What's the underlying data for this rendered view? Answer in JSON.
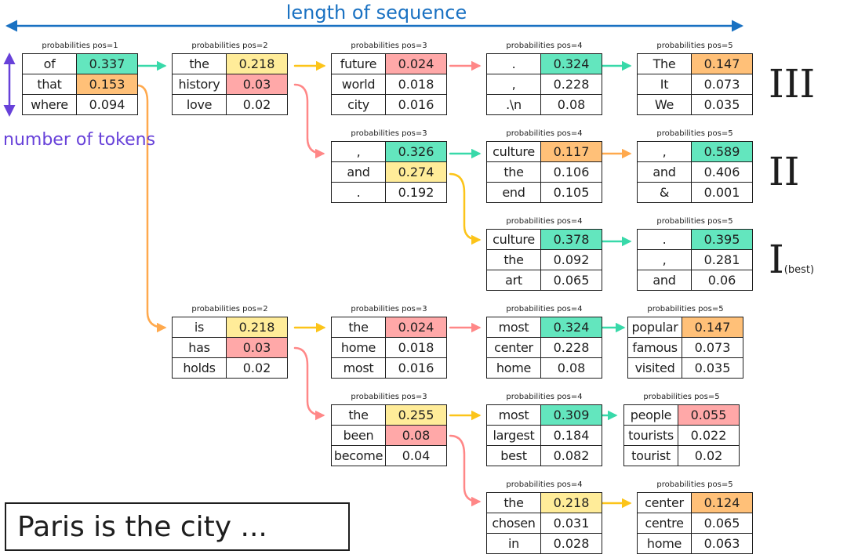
{
  "labels": {
    "length": "length of sequence",
    "tokens": "number of tokens",
    "rank_3": "III",
    "rank_2": "II",
    "rank_1": "I",
    "rank_1_note": "(best)",
    "prompt": "Paris is the city ..."
  },
  "colors": {
    "green": "#63e6be",
    "yellow": "#ffec99",
    "orange": "#ffc078",
    "red": "#ffa8a8",
    "arrow_green": "#38d9a9",
    "arrow_yellow": "#fcc419",
    "arrow_orange": "#ffa94d",
    "arrow_red": "#ff8787",
    "blue": "#1971c2",
    "purple": "#6741d9"
  },
  "tables": [
    {
      "id": "t1",
      "caption": "probabilities pos=1",
      "rows": [
        {
          "token": "of",
          "prob": "0.337",
          "hl": "green"
        },
        {
          "token": "that",
          "prob": "0.153",
          "hl": "orange"
        },
        {
          "token": "where",
          "prob": "0.094",
          "hl": ""
        }
      ]
    },
    {
      "id": "t2a",
      "caption": "probabilities pos=2",
      "rows": [
        {
          "token": "the",
          "prob": "0.218",
          "hl": "yellow"
        },
        {
          "token": "history",
          "prob": "0.03",
          "hl": "red"
        },
        {
          "token": "love",
          "prob": "0.02",
          "hl": ""
        }
      ]
    },
    {
      "id": "t3a",
      "caption": "probabilities pos=3",
      "rows": [
        {
          "token": "future",
          "prob": "0.024",
          "hl": "red"
        },
        {
          "token": "world",
          "prob": "0.018",
          "hl": ""
        },
        {
          "token": "city",
          "prob": "0.016",
          "hl": ""
        }
      ]
    },
    {
      "id": "t4a",
      "caption": "probabilities pos=4",
      "rows": [
        {
          "token": ".",
          "prob": "0.324",
          "hl": "green"
        },
        {
          "token": ",",
          "prob": "0.228",
          "hl": ""
        },
        {
          "token": ".\\n",
          "prob": "0.08",
          "hl": ""
        }
      ]
    },
    {
      "id": "t5a",
      "caption": "probabilities pos=5",
      "rows": [
        {
          "token": "The",
          "prob": "0.147",
          "hl": "orange"
        },
        {
          "token": "It",
          "prob": "0.073",
          "hl": ""
        },
        {
          "token": "We",
          "prob": "0.035",
          "hl": ""
        }
      ]
    },
    {
      "id": "t3b",
      "caption": "probabilities pos=3",
      "rows": [
        {
          "token": ",",
          "prob": "0.326",
          "hl": "green"
        },
        {
          "token": "and",
          "prob": "0.274",
          "hl": "yellow"
        },
        {
          "token": ".",
          "prob": "0.192",
          "hl": ""
        }
      ]
    },
    {
      "id": "t4b",
      "caption": "probabilities pos=4",
      "rows": [
        {
          "token": "culture",
          "prob": "0.117",
          "hl": "orange"
        },
        {
          "token": "the",
          "prob": "0.106",
          "hl": ""
        },
        {
          "token": "end",
          "prob": "0.105",
          "hl": ""
        }
      ]
    },
    {
      "id": "t5b",
      "caption": "probabilities pos=5",
      "rows": [
        {
          "token": ",",
          "prob": "0.589",
          "hl": "green"
        },
        {
          "token": "and",
          "prob": "0.406",
          "hl": ""
        },
        {
          "token": "&",
          "prob": "0.001",
          "hl": ""
        }
      ]
    },
    {
      "id": "t4c",
      "caption": "probabilities pos=4",
      "rows": [
        {
          "token": "culture",
          "prob": "0.378",
          "hl": "green"
        },
        {
          "token": "the",
          "prob": "0.092",
          "hl": ""
        },
        {
          "token": "art",
          "prob": "0.065",
          "hl": ""
        }
      ]
    },
    {
      "id": "t5c",
      "caption": "probabilities pos=5",
      "rows": [
        {
          "token": ".",
          "prob": "0.395",
          "hl": "green"
        },
        {
          "token": ",",
          "prob": "0.281",
          "hl": ""
        },
        {
          "token": "and",
          "prob": "0.06",
          "hl": ""
        }
      ]
    },
    {
      "id": "t2b",
      "caption": "probabilities pos=2",
      "rows": [
        {
          "token": "is",
          "prob": "0.218",
          "hl": "yellow"
        },
        {
          "token": "has",
          "prob": "0.03",
          "hl": "red"
        },
        {
          "token": "holds",
          "prob": "0.02",
          "hl": ""
        }
      ]
    },
    {
      "id": "t3c",
      "caption": "probabilities pos=3",
      "rows": [
        {
          "token": "the",
          "prob": "0.024",
          "hl": "red"
        },
        {
          "token": "home",
          "prob": "0.018",
          "hl": ""
        },
        {
          "token": "most",
          "prob": "0.016",
          "hl": ""
        }
      ]
    },
    {
      "id": "t4d",
      "caption": "probabilities pos=4",
      "rows": [
        {
          "token": "most",
          "prob": "0.324",
          "hl": "green"
        },
        {
          "token": "center",
          "prob": "0.228",
          "hl": ""
        },
        {
          "token": "home",
          "prob": "0.08",
          "hl": ""
        }
      ]
    },
    {
      "id": "t5d",
      "caption": "probabilities pos=5",
      "rows": [
        {
          "token": "popular",
          "prob": "0.147",
          "hl": "orange"
        },
        {
          "token": "famous",
          "prob": "0.073",
          "hl": ""
        },
        {
          "token": "visited",
          "prob": "0.035",
          "hl": ""
        }
      ]
    },
    {
      "id": "t3d",
      "caption": "probabilities pos=3",
      "rows": [
        {
          "token": "the",
          "prob": "0.255",
          "hl": "yellow"
        },
        {
          "token": "been",
          "prob": "0.08",
          "hl": "red"
        },
        {
          "token": "become",
          "prob": "0.04",
          "hl": ""
        }
      ]
    },
    {
      "id": "t4e",
      "caption": "probabilities pos=4",
      "rows": [
        {
          "token": "most",
          "prob": "0.309",
          "hl": "green"
        },
        {
          "token": "largest",
          "prob": "0.184",
          "hl": ""
        },
        {
          "token": "best",
          "prob": "0.082",
          "hl": ""
        }
      ]
    },
    {
      "id": "t5e",
      "caption": "probabilities pos=5",
      "rows": [
        {
          "token": "people",
          "prob": "0.055",
          "hl": "red"
        },
        {
          "token": "tourists",
          "prob": "0.022",
          "hl": ""
        },
        {
          "token": "tourist",
          "prob": "0.02",
          "hl": ""
        }
      ]
    },
    {
      "id": "t4f",
      "caption": "probabilities pos=4",
      "rows": [
        {
          "token": "the",
          "prob": "0.218",
          "hl": "yellow"
        },
        {
          "token": "chosen",
          "prob": "0.031",
          "hl": ""
        },
        {
          "token": "in",
          "prob": "0.028",
          "hl": ""
        }
      ]
    },
    {
      "id": "t5f",
      "caption": "probabilities pos=5",
      "rows": [
        {
          "token": "center",
          "prob": "0.124",
          "hl": "orange"
        },
        {
          "token": "centre",
          "prob": "0.065",
          "hl": ""
        },
        {
          "token": "home",
          "prob": "0.063",
          "hl": ""
        }
      ]
    }
  ]
}
